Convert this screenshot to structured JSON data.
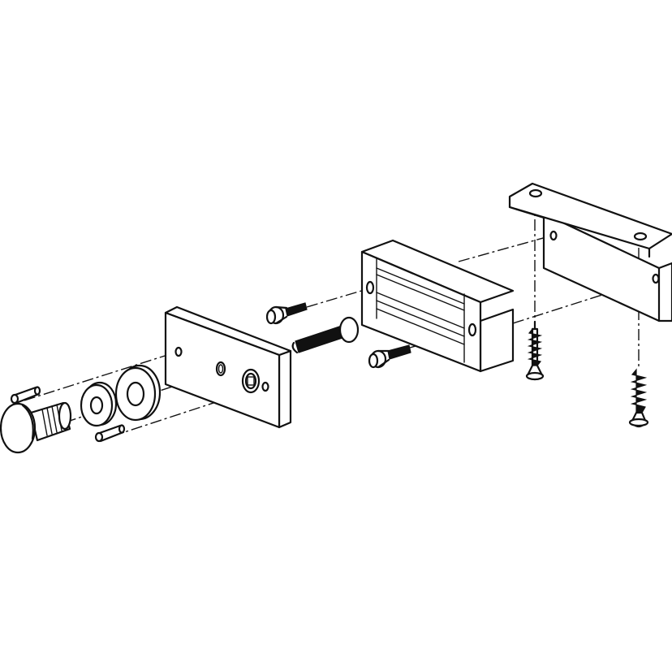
{
  "diagram": {
    "kind": "exploded-assembly",
    "line_color": "#111111",
    "background": "#ffffff",
    "parts": [
      "l-bracket",
      "wood-screw",
      "wood-screw",
      "electromagnet-housing",
      "cap-screw",
      "cap-screw",
      "center-bolt",
      "armature-plate",
      "spacer-washer",
      "rubber-washer",
      "roll-pin",
      "roll-pin",
      "mushroom-plunger"
    ]
  }
}
